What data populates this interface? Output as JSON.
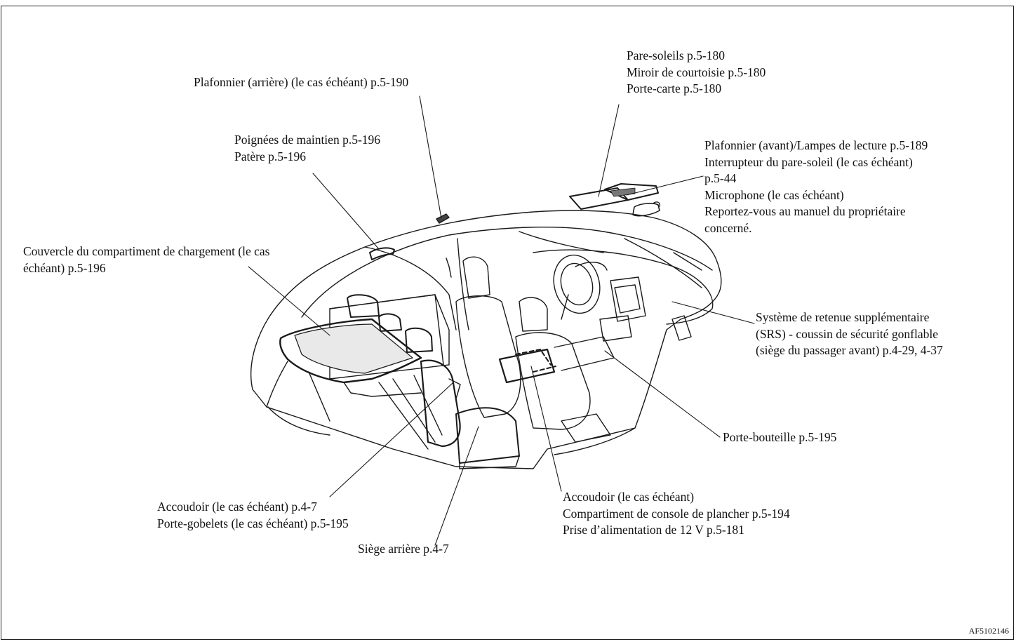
{
  "labels": {
    "sunvisor": [
      "Pare-soleils p.5-180",
      "Miroir de courtoisie p.5-180",
      "Porte-carte p.5-180"
    ],
    "rear_dome": [
      "Plafonnier (arrière) (le cas échéant) p.5-190"
    ],
    "grip": [
      "Poignées de maintien p.5-196",
      "Patère p.5-196"
    ],
    "front_dome": [
      "Plafonnier (avant)/Lampes de lecture p.5-189",
      "Interrupteur du pare-soleil (le cas échéant)",
      "p.5-44",
      "Microphone (le cas échéant)",
      "Reportez-vous au manuel du propriétaire",
      "concerné."
    ],
    "cargo": [
      "Couvercle du compartiment de chargement (le cas",
      "échéant) p.5-196"
    ],
    "srs": [
      "Système de retenue supplémentaire",
      "(SRS) - coussin de sécurité gonflable",
      "(siège du passager avant) p.4-29, 4-37"
    ],
    "bottle": [
      "Porte-bouteille p.5-195"
    ],
    "front_armrest": [
      "Accoudoir (le cas échéant)",
      "Compartiment de console de plancher p.5-194",
      "Prise d’alimentation de 12 V p.5-181"
    ],
    "rear_armrest": [
      "Accoudoir (le cas échéant) p.4-7",
      "Porte-gobelets (le cas échéant) p.5-195"
    ],
    "rear_seat": [
      "Siège arrière p.4-7"
    ]
  },
  "figure_code": "AF5102146"
}
